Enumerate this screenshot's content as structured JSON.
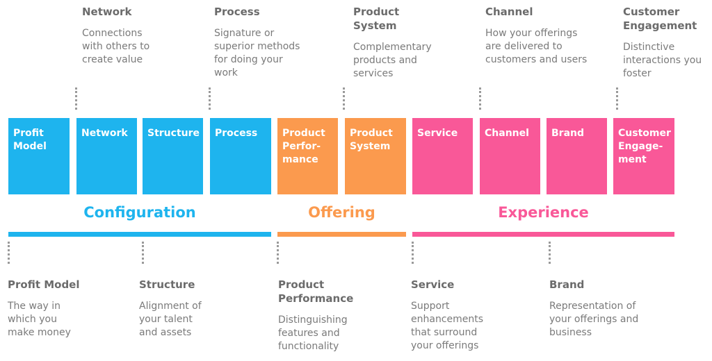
{
  "top_annotations": [
    {
      "id": "network",
      "title": "Network",
      "desc": "Connections with others to create value"
    },
    {
      "id": "process",
      "title": "Process",
      "desc": "Signature or superior methods for doing your work"
    },
    {
      "id": "product-system",
      "title": "Product System",
      "desc": "Complementary products and services"
    },
    {
      "id": "channel",
      "title": "Channel",
      "desc": "How your offerings are delivered to customers and users"
    },
    {
      "id": "customer-engagement",
      "title": "Customer Engagement",
      "desc": "Distinctive interactions you foster"
    }
  ],
  "boxes": [
    {
      "label": "Profit Model",
      "color": "#1eb4ee"
    },
    {
      "label": "Network",
      "color": "#1eb4ee"
    },
    {
      "label": "Structure",
      "color": "#1eb4ee"
    },
    {
      "label": "Process",
      "color": "#1eb4ee"
    },
    {
      "label": "Product Perfor-mance",
      "color": "#fb9a4e"
    },
    {
      "label": "Product System",
      "color": "#fb9a4e"
    },
    {
      "label": "Service",
      "color": "#f95898"
    },
    {
      "label": "Channel",
      "color": "#f95898"
    },
    {
      "label": "Brand",
      "color": "#f95898"
    },
    {
      "label": "Customer Engage-ment",
      "color": "#f95898"
    }
  ],
  "groups": [
    {
      "label": "Configuration",
      "color": "#1eb4ee"
    },
    {
      "label": "Offering",
      "color": "#fb9a4e"
    },
    {
      "label": "Experience",
      "color": "#f95898"
    }
  ],
  "bottom_annotations": [
    {
      "id": "profit-model",
      "title": "Profit Model",
      "desc": "The way in which you make money"
    },
    {
      "id": "structure",
      "title": "Structure",
      "desc": "Alignment of your talent and assets"
    },
    {
      "id": "product-performance",
      "title": "Product Performance",
      "desc": "Distinguishing features and functionality"
    },
    {
      "id": "service",
      "title": "Service",
      "desc": "Support enhancements that surround your offerings"
    },
    {
      "id": "brand",
      "title": "Brand",
      "desc": "Representation of your offerings and business"
    }
  ]
}
